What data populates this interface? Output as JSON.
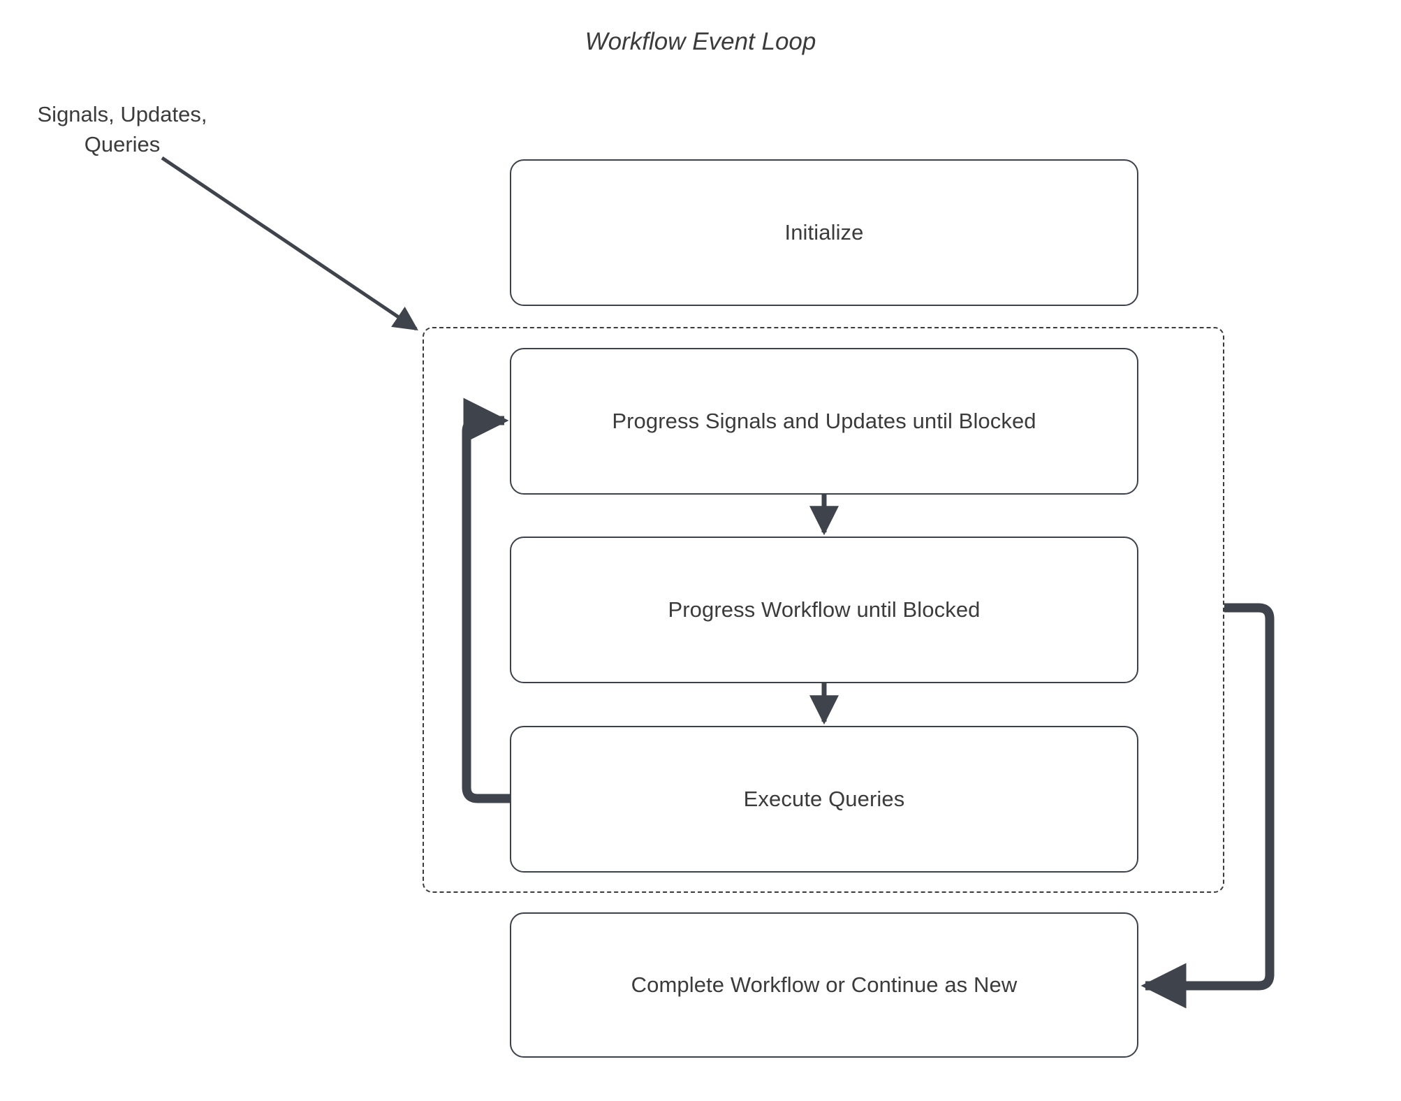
{
  "diagram": {
    "title": "Workflow Event Loop",
    "external_input_label": "Signals, Updates,\nQueries",
    "colors": {
      "stroke": "#3d4149",
      "text": "#3b3b3b",
      "edge": "#3f434b",
      "background": "#ffffff"
    },
    "nodes": [
      {
        "id": "initialize",
        "label": "Initialize"
      },
      {
        "id": "progress-signals",
        "label": "Progress Signals and Updates until Blocked"
      },
      {
        "id": "progress-workflow",
        "label": "Progress Workflow until Blocked"
      },
      {
        "id": "execute-queries",
        "label": "Execute Queries"
      },
      {
        "id": "complete-workflow",
        "label": "Complete Workflow or Continue as New"
      }
    ],
    "loop_group": {
      "style": "dashed",
      "contains": [
        "progress-signals",
        "progress-workflow",
        "execute-queries"
      ]
    },
    "edges": [
      {
        "from": "external-input-label",
        "to": "loop-group",
        "style": "solid-arrow"
      },
      {
        "from": "progress-signals",
        "to": "progress-workflow",
        "style": "solid-arrow"
      },
      {
        "from": "progress-workflow",
        "to": "execute-queries",
        "style": "solid-arrow"
      },
      {
        "from": "execute-queries",
        "to": "progress-signals",
        "style": "thick-loopback-arrow"
      },
      {
        "from": "loop-group",
        "to": "complete-workflow",
        "style": "thick-loopback-arrow"
      }
    ]
  }
}
